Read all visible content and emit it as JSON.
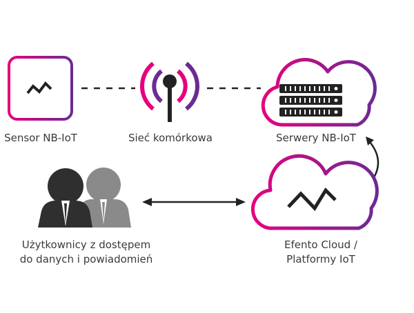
{
  "diagram": {
    "labels": {
      "sensor": "Sensor NB-IoT",
      "network": "Sieć komórkowa",
      "servers": "Serwery NB-IoT",
      "users_line1": "Użytkownicy z dostępem",
      "users_line2": "do danych i powiadomień",
      "cloud_line1": "Efento Cloud /",
      "cloud_line2": "Platformy IoT"
    },
    "icons": {
      "sensor": "pulse-wave-icon",
      "network": "antenna-signal-icon",
      "servers": "server-rack-cloud-icon",
      "users": "users-icon",
      "cloud": "pulse-cloud-icon"
    },
    "colors": {
      "gradient_start": "#e6007e",
      "gradient_end": "#6c2a93",
      "dark": "#222222",
      "person_front": "#2f2f2f",
      "person_back": "#8a8a8a"
    }
  }
}
